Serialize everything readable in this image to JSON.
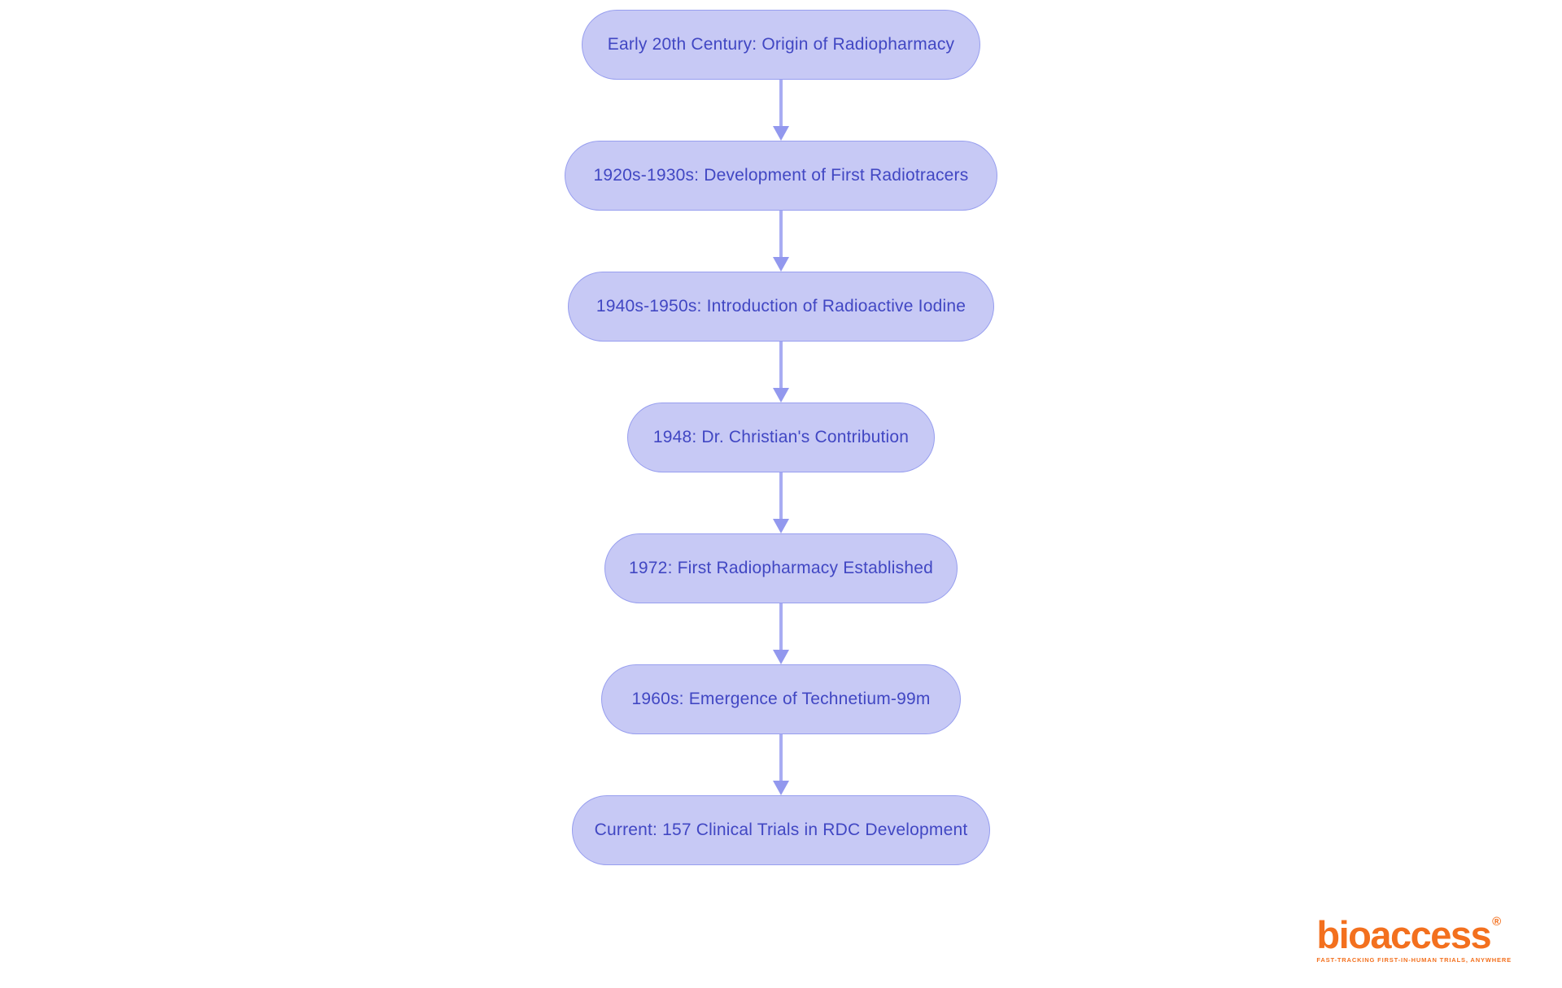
{
  "diagram": {
    "type": "flowchart",
    "direction": "top-down",
    "nodes": [
      {
        "label": "Early 20th Century: Origin of Radiopharmacy"
      },
      {
        "label": "1920s-1930s: Development of First Radiotracers"
      },
      {
        "label": "1940s-1950s: Introduction of Radioactive Iodine"
      },
      {
        "label": "1948: Dr. Christian's Contribution"
      },
      {
        "label": "1972: First Radiopharmacy Established"
      },
      {
        "label": "1960s: Emergence of Technetium-99m"
      },
      {
        "label": "Current: 157 Clinical Trials in RDC Development"
      }
    ],
    "colors": {
      "background": "#ffffff",
      "node_fill": "#c7c9f5",
      "node_border": "#979eef",
      "node_text": "#4147c3",
      "arrow_shaft": "#a8acf3",
      "arrow_head": "#9298ee"
    }
  },
  "logo": {
    "wordmark": "bioaccess",
    "registered_mark": "®",
    "tagline": "FAST-TRACKING FIRST-IN-HUMAN TRIALS, ANYWHERE",
    "brand_color": "#f3701e"
  }
}
